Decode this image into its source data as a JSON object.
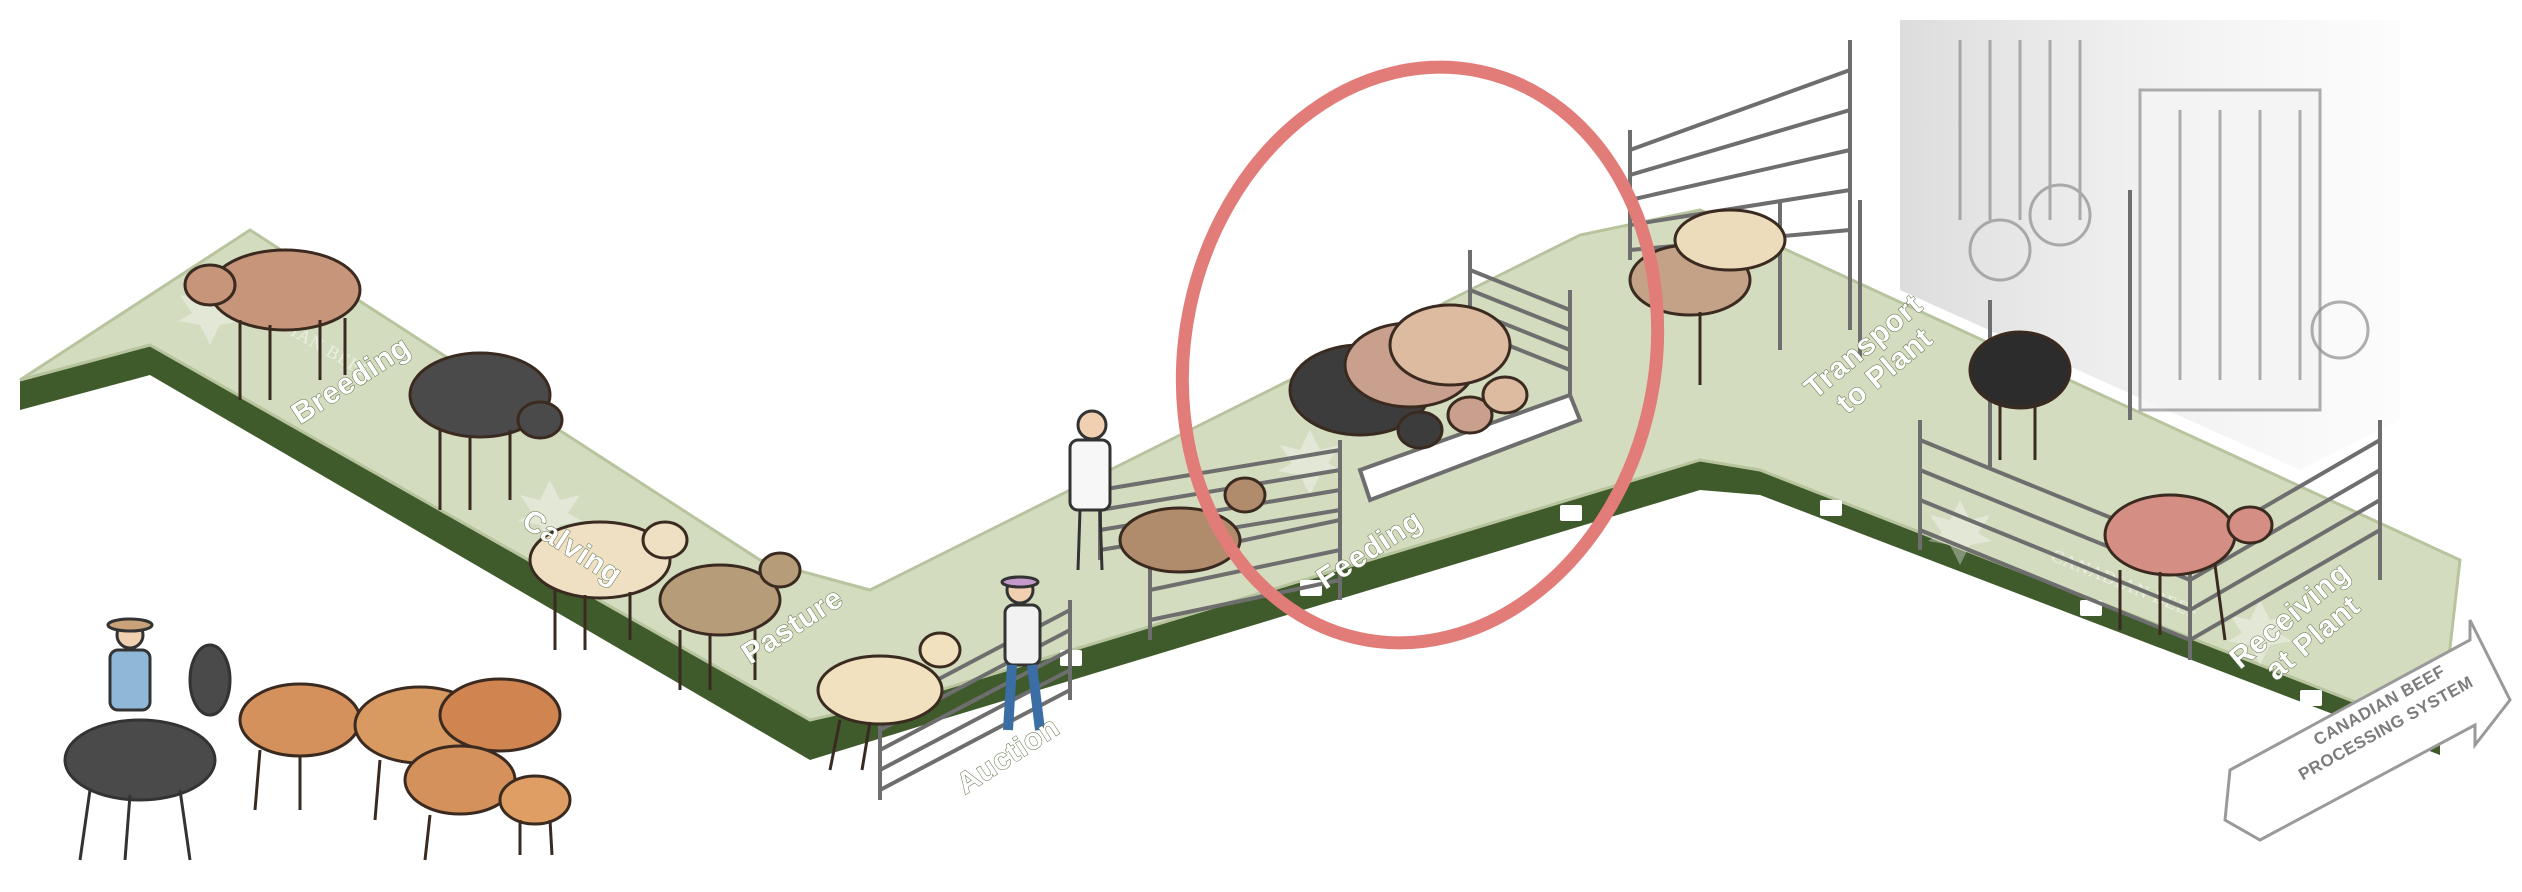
{
  "stages": [
    {
      "id": "breeding",
      "label": "Breeding"
    },
    {
      "id": "calving",
      "label": "Calving"
    },
    {
      "id": "pasture",
      "label": "Pasture"
    },
    {
      "id": "auction",
      "label": "Auction"
    },
    {
      "id": "feeding",
      "label": "Feeding",
      "highlighted": true
    },
    {
      "id": "transport",
      "label_line1": "Transport",
      "label_line2": "to Plant"
    },
    {
      "id": "receiving",
      "label_line1": "Receiving",
      "label_line2": "at Plant"
    }
  ],
  "sign": {
    "line1": "CANADIAN BEEF",
    "line2": "PROCESSING SYSTEM"
  },
  "watermark_text": "CANADIAN BEEF",
  "colors": {
    "path_light": "#d3dcbf",
    "path_edge": "#3f5a2b",
    "highlight_ring": "#e27c78",
    "label_outline": "#5d6e45"
  }
}
